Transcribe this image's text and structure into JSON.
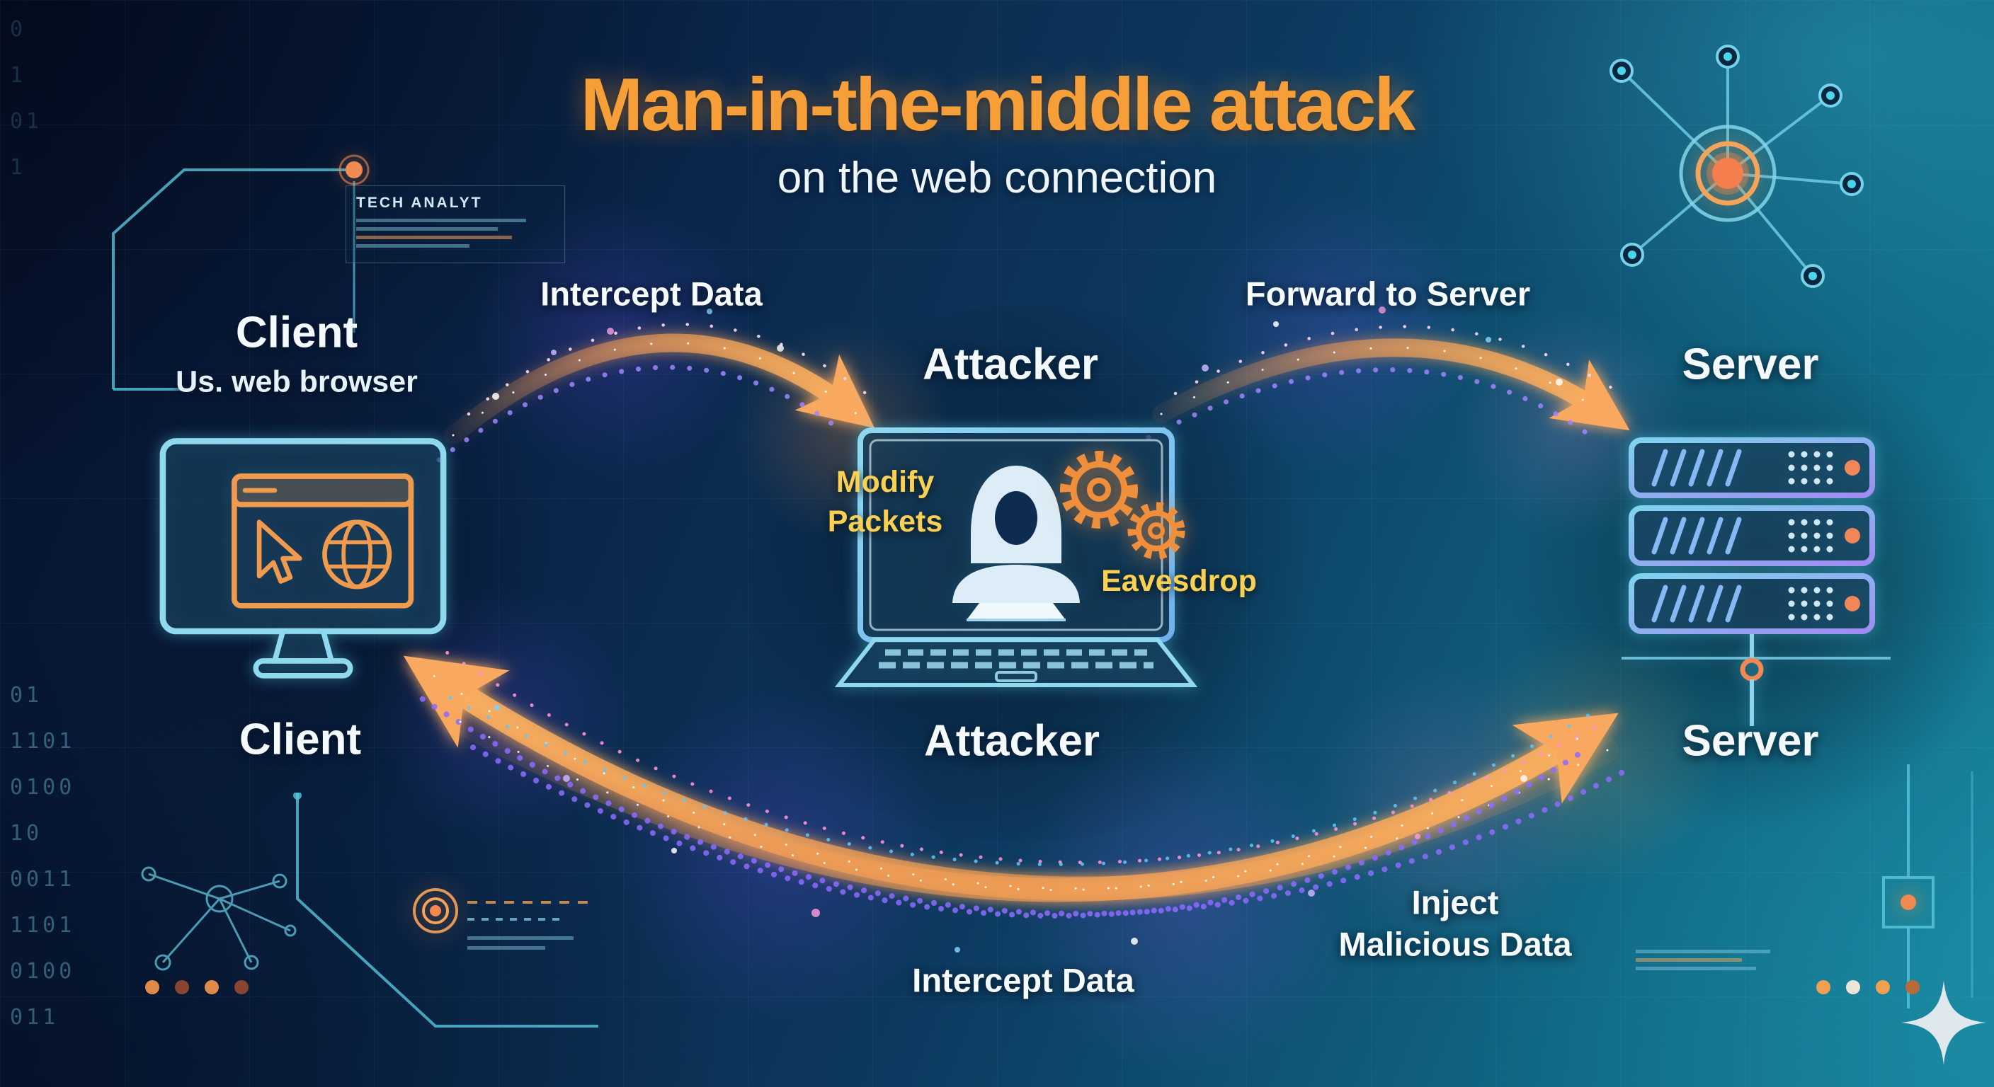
{
  "title": {
    "main": "Man-in-the-middle attack",
    "subtitle": "on the web connection"
  },
  "client": {
    "heading": "Client",
    "subheading": "Us. web browser",
    "caption": "Client"
  },
  "attacker": {
    "heading": "Attacker",
    "caption": "Attacker",
    "modify_line1": "Modify",
    "modify_line2": "Packets",
    "eavesdrop": "Eavesdrop"
  },
  "server": {
    "heading": "Server",
    "caption": "Server"
  },
  "flows": {
    "intercept_top": "Intercept Data",
    "forward": "Forward to Server",
    "intercept_bottom": "Intercept Data",
    "inject_line1": "Inject",
    "inject_line2": "Malicious Data"
  },
  "decor": {
    "tech_heading": "TECH ANALYT",
    "binary_left": [
      "01",
      "1101",
      "0100",
      "10",
      "0011",
      "1101",
      "0100",
      "011"
    ],
    "binary_top": [
      "0",
      "1",
      "01",
      "1"
    ]
  },
  "colors": {
    "accent_orange": "#f69e38",
    "arrow_orange": "#f9a95f",
    "highlight_yellow": "#f8d052",
    "cyan_line": "#6fd4ea",
    "bg_dark": "#0a2347",
    "bg_teal": "#10627f"
  }
}
